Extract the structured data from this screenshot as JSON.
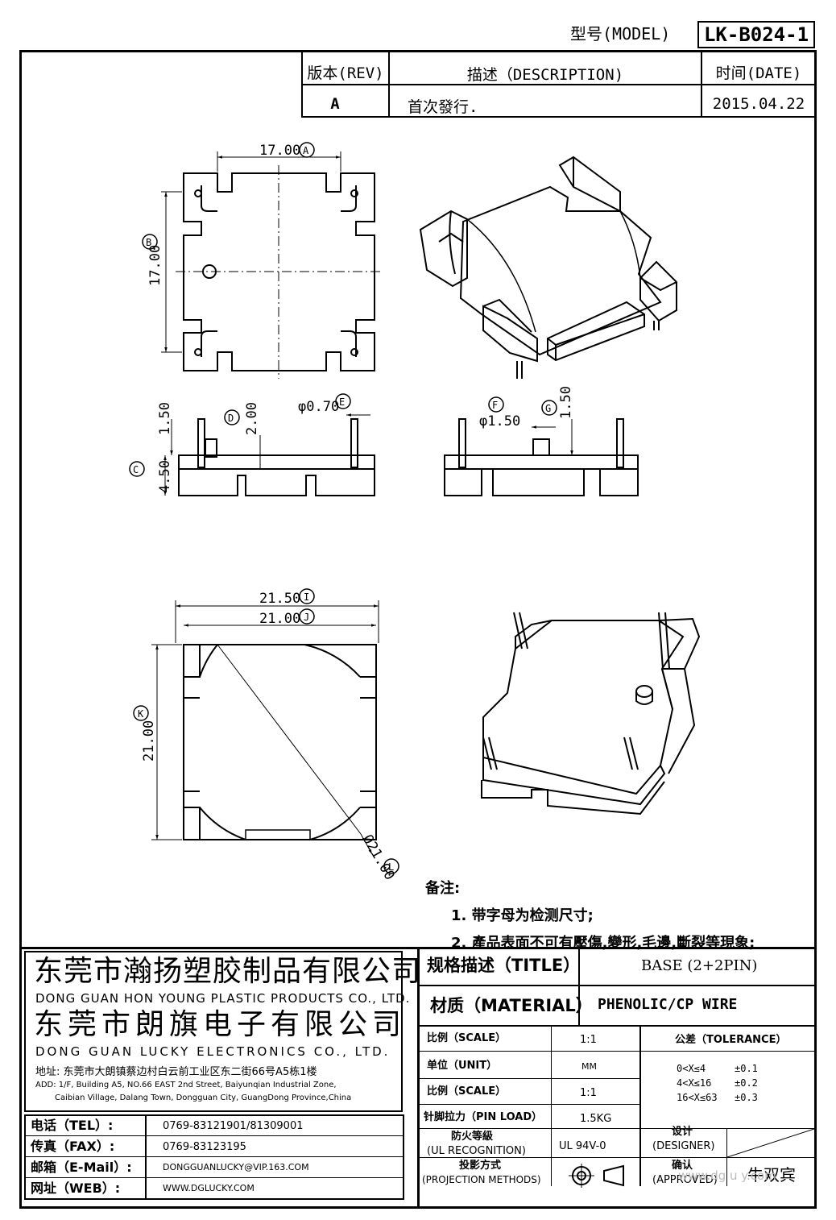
{
  "header": {
    "model_label": "型号(MODEL)",
    "model_value": "LK-B024-1"
  },
  "revision": {
    "rev_header": "版本(REV)",
    "desc_header": "描述（DESCRIPTION)",
    "date_header": "时间(DATE)",
    "rev_value": "A",
    "desc_value": "首次發行.",
    "date_value": "2015.04.22"
  },
  "dimensions": {
    "top_width": "17.00",
    "top_width_tag": "A",
    "top_height": "17.00",
    "top_height_tag": "B",
    "side_height": "4.50",
    "side_height_tag": "C",
    "boss_height": "2.00",
    "boss_height_tag": "D",
    "pin_dia": "φ0.70",
    "pin_dia_tag": "E",
    "pin_len": "1.50",
    "boss_dia": "φ1.50",
    "boss_dia_tag": "F",
    "boss_len": "1.50",
    "boss_len_tag": "G",
    "bottom_outer": "21.50",
    "bottom_outer_tag": "I",
    "bottom_inner": "21.00",
    "bottom_inner_tag": "J",
    "bottom_height": "21.00",
    "bottom_height_tag": "K",
    "circle_dia": "Ø21.00",
    "circle_dia_tag": "L"
  },
  "notes": {
    "title": "备注:",
    "line1": "1. 带字母为检测尺寸;",
    "line2": "2. 產品表面不可有壓傷,變形,毛邊,斷裂等現象;"
  },
  "company": {
    "name_cn_1": "东莞市瀚扬塑胶制品有限公司",
    "name_en_1": "DONG GUAN HON YOUNG PLASTIC PRODUCTS CO., LTD.",
    "name_cn_2": "东莞市朗旗电子有限公司",
    "name_en_2": "DONG GUAN LUCKY ELECTRONICS CO., LTD.",
    "address_cn": "地址: 东莞市大朗镇蔡边村白云前工业区东二街66号A5栋1楼",
    "address_en_1": "ADD: 1/F, Building A5, NO.66 EAST 2nd Street, Baiyunqian Industrial Zone,",
    "address_en_2": "Caibian Village, Dalang Town, Dongguan City, GuangDong Province,China"
  },
  "contact": {
    "tel_label": "电话（TEL）:",
    "tel_value": "0769-83121901/81309001",
    "fax_label": "传真（FAX）:",
    "fax_value": "0769-83123195",
    "mail_label": "邮箱（E-Mail）:",
    "mail_value": "DONGGUANLUCKY@VIP.163.COM",
    "web_label": "网址（WEB）:",
    "web_value": "WWW.DGLUCKY.COM"
  },
  "spec": {
    "title_label": "规格描述（TITLE）",
    "title_value": "BASE (2+2PIN)",
    "material_label": "材质（MATERIAL）",
    "material_value": "PHENOLIC/CP WIRE",
    "scale_label": "比例（SCALE）",
    "scale_value": "1:1",
    "unit_label": "单位（UNIT）",
    "unit_value": "MM",
    "scale2_label": "比例（SCALE）",
    "scale2_value": "1:1",
    "pinload_label": "针脚拉力（PIN LOAD）",
    "pinload_value": "1.5KG",
    "ul_label_1": "防火等級",
    "ul_label_2": "(UL RECOGNITION)",
    "ul_value": "UL 94V-0",
    "proj_label_1": "投影方式",
    "proj_label_2": "(PROJECTION METHODS)",
    "tolerance_label": "公差（TOLERANCE）",
    "tol1_range": "0<X≤4",
    "tol1_value": "±0.1",
    "tol2_range": "4<X≤16",
    "tol2_value": "±0.2",
    "tol3_range": "16<X≤63",
    "tol3_value": "±0.3",
    "designer_label_1": "设计",
    "designer_label_2": "(DESIGNER)",
    "approved_label_1": "确认",
    "approved_label_2": "(APPROVED)",
    "approver": "牛双宾",
    "watermark": "www.dg  u  y.com"
  }
}
